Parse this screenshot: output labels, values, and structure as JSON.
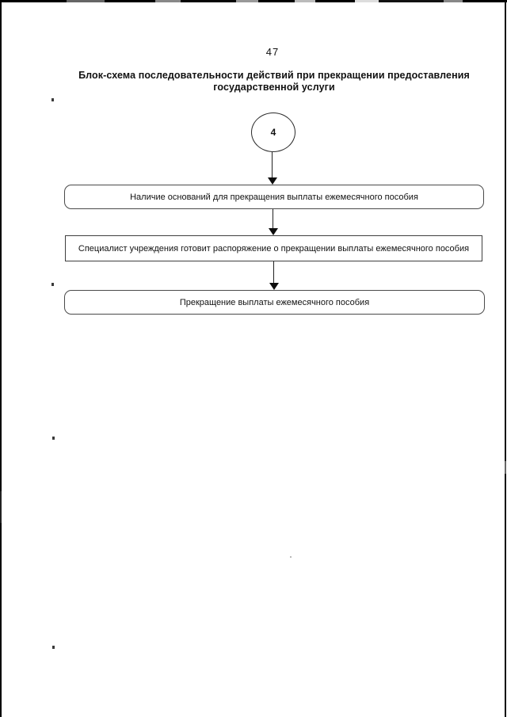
{
  "colors": {
    "paper": "#ffffff",
    "ink": "#111111"
  },
  "page": {
    "number": "47"
  },
  "title": {
    "full": "Блок-схема последовательности действий при прекращении предоставления государственной услуги",
    "line1": "Блок-схема последовательности действий при прекращении предоставления",
    "line2": "государственной услуги"
  },
  "flowchart": {
    "connector": {
      "shape": "circle",
      "label": "4"
    },
    "steps": [
      {
        "shape": "rounded",
        "text": "Наличие оснований для прекращения выплаты ежемесячного пособия"
      },
      {
        "shape": "rect",
        "text": "Специалист учреждения готовит распоряжение о прекращении выплаты ежемесячного пособия"
      },
      {
        "shape": "rounded",
        "text": "Прекращение выплаты ежемесячного пособия"
      }
    ]
  }
}
